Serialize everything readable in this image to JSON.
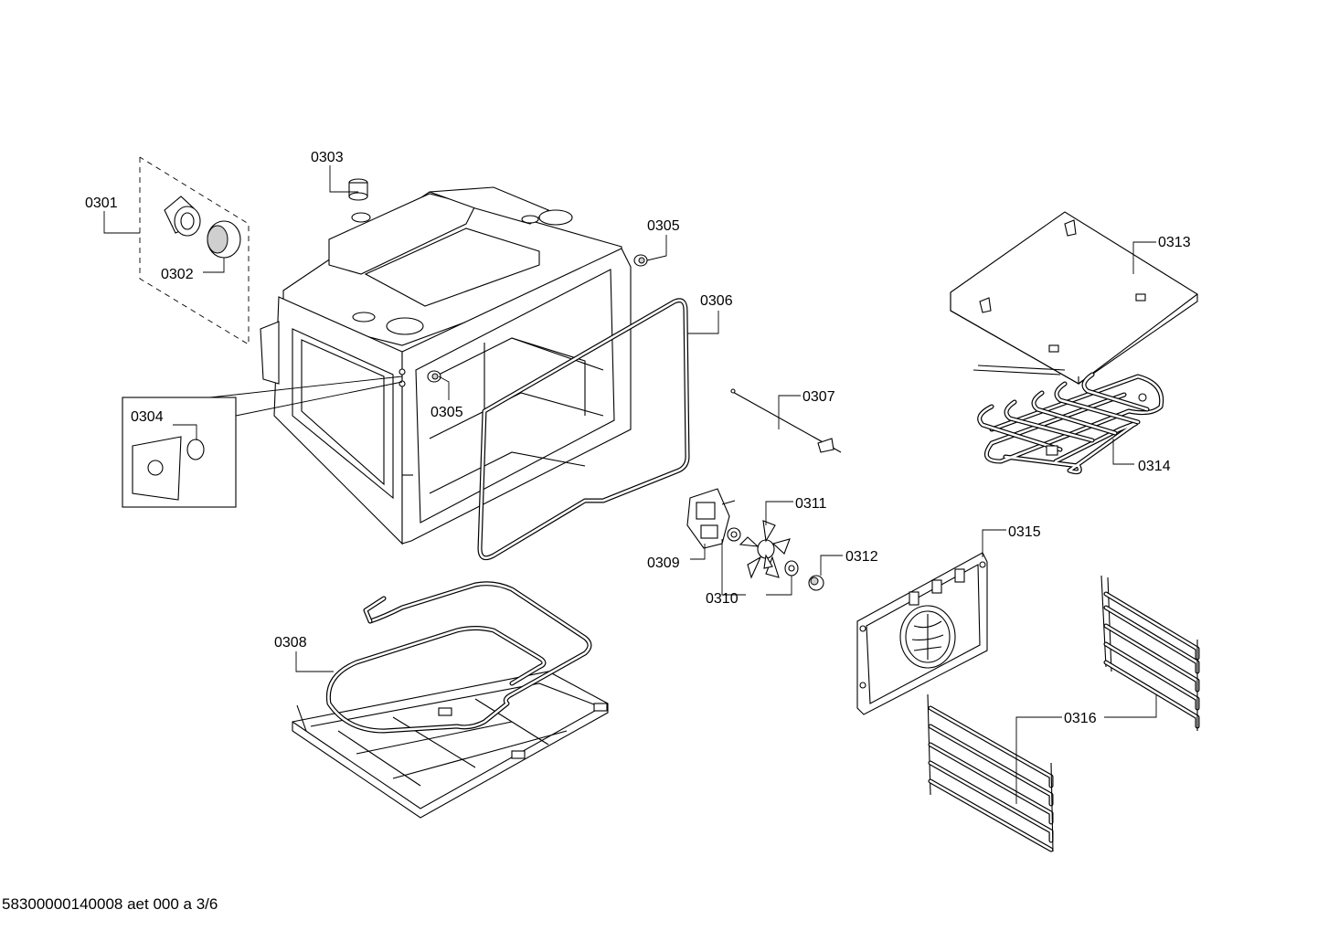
{
  "labels": {
    "p0301": "0301",
    "p0302": "0302",
    "p0303": "0303",
    "p0304": "0304",
    "p0305a": "0305",
    "p0305b": "0305",
    "p0306": "0306",
    "p0307": "0307",
    "p0308": "0308",
    "p0309": "0309",
    "p0310": "0310",
    "p0311": "0311",
    "p0312": "0312",
    "p0313": "0313",
    "p0314": "0314",
    "p0315": "0315",
    "p0316": "0316"
  },
  "footer": "58300000140008 aet 000 a 3/6"
}
